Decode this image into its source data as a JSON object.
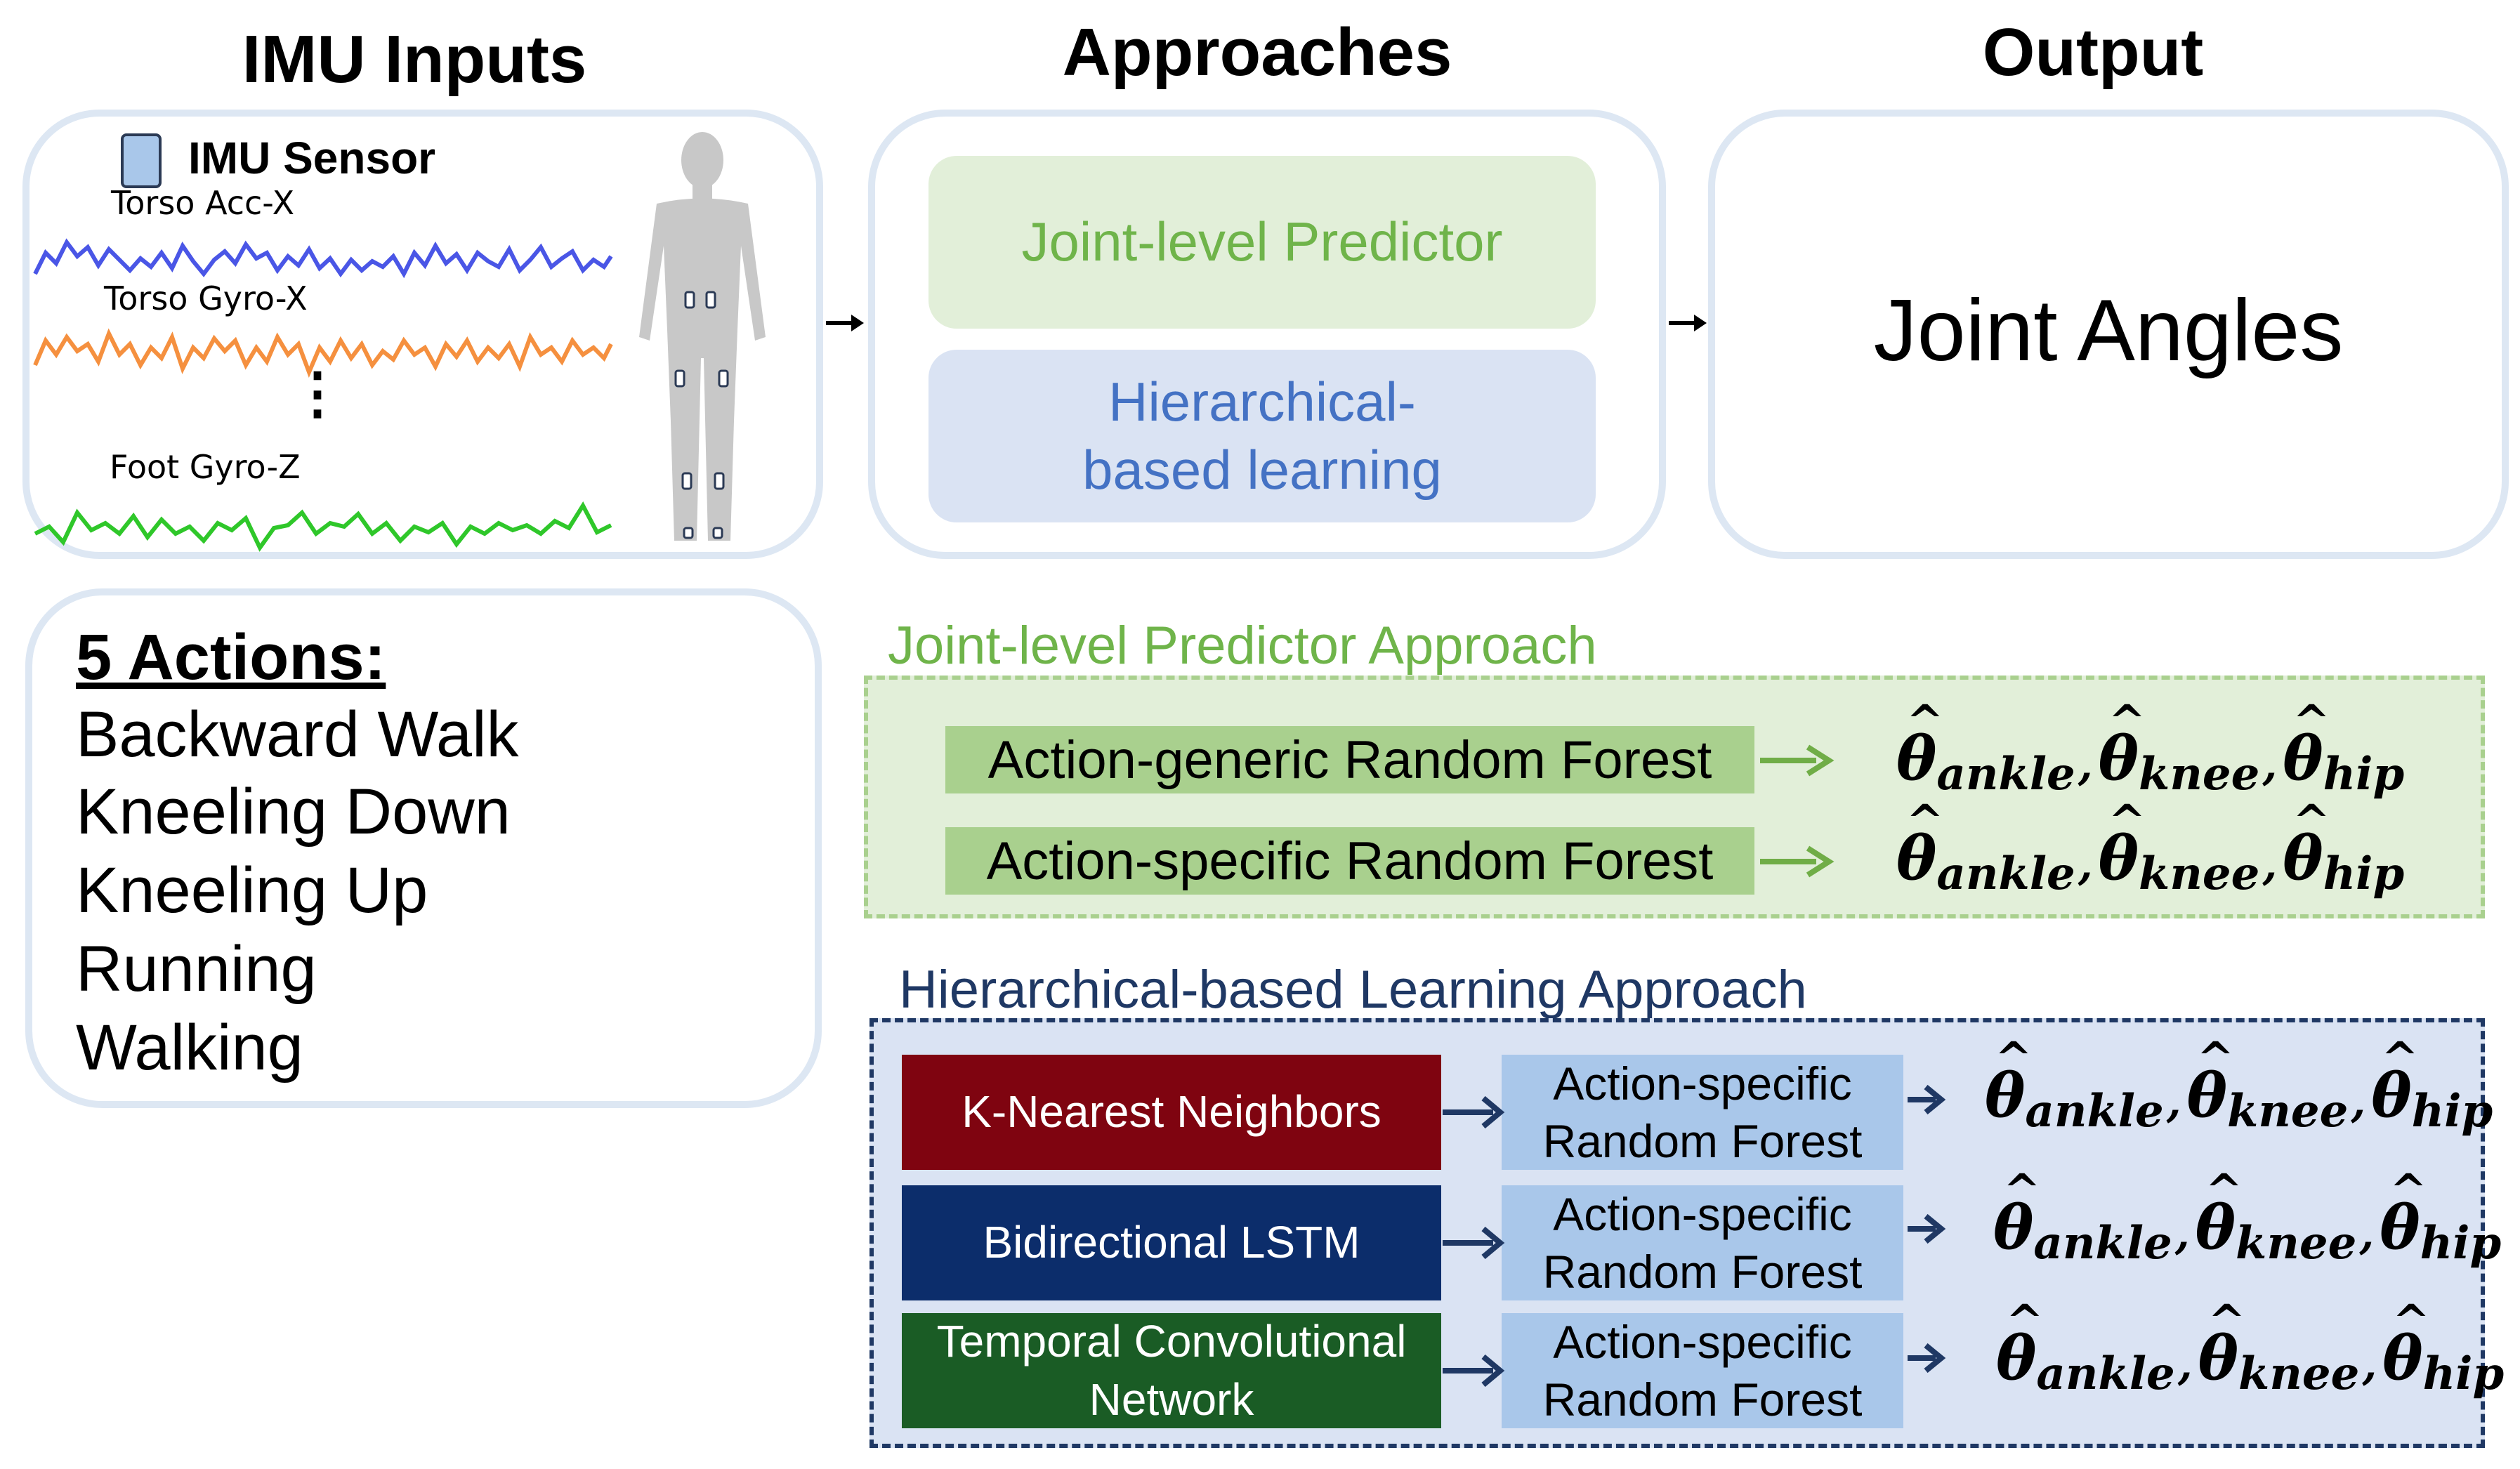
{
  "headers": {
    "inputs": "IMU Inputs",
    "approaches": "Approaches",
    "output": "Output"
  },
  "imu": {
    "sensor_label": "IMU Sensor",
    "signals": [
      {
        "label": "Torso Acc-X",
        "color": "#4a56e6"
      },
      {
        "label": "Torso Gyro-X",
        "color": "#f5903f"
      },
      {
        "label": "Foot Gyro-Z",
        "color": "#2fc72a"
      }
    ],
    "ellipsis": "⋮"
  },
  "approaches": {
    "joint_level": "Joint-level Predictor",
    "hierarchical": "Hierarchical-based learning"
  },
  "output": {
    "label": "Joint Angles"
  },
  "actions": {
    "title": "5 Actions:",
    "items": [
      "Backward Walk",
      "Kneeling Down",
      "Kneeling Up",
      "Running",
      "Walking"
    ]
  },
  "joint_level_section": {
    "title": "Joint-level Predictor Approach",
    "models": [
      "Action-generic Random Forest",
      "Action-specific Random Forest"
    ]
  },
  "hierarchical_section": {
    "title": "Hierarchical-based Learning Approach",
    "classifiers": [
      {
        "label": "K-Nearest Neighbors",
        "color": "#7f0410"
      },
      {
        "label": "Bidirectional LSTM",
        "color": "#0c2d6b"
      },
      {
        "label": "Temporal Convolutional Network",
        "color": "#1a5c25"
      }
    ],
    "regressor": "Action-specific Random Forest"
  },
  "outputs": {
    "theta": "θ",
    "joints": [
      "ankle",
      "knee",
      "hip"
    ]
  },
  "colors": {
    "panel_border": "#dde7f3",
    "joint_level_fill": "#e2efd9",
    "joint_level_text": "#6fb44a",
    "hierarchical_fill": "#dae3f3",
    "hierarchical_text": "#4472c4",
    "section_green_border": "#a9d08e",
    "section_navy_border": "#1f3864",
    "navy_title": "#1f3864",
    "green_title": "#6fb44a",
    "arrow_green": "#70ad47",
    "arrow_navy": "#1f3864"
  }
}
